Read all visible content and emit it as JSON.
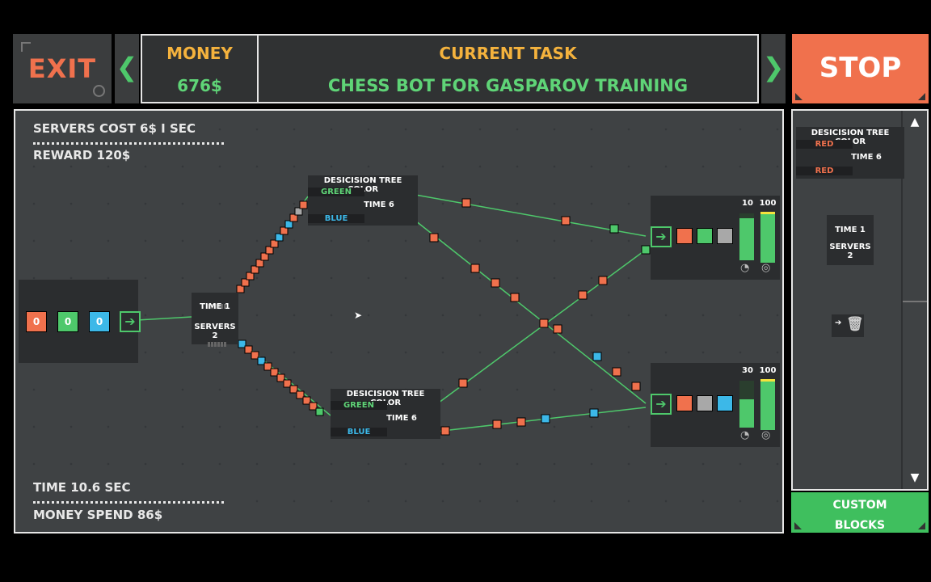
{
  "header": {
    "exit_label": "EXIT",
    "left_arrow": "❮",
    "right_arrow": "❯",
    "money_label": "MONEY",
    "money_value": "676$",
    "task_label": "CURRENT TASK",
    "task_value": "CHESS BOT FOR GASPAROV TRAINING",
    "stop_label": "STOP"
  },
  "stats": {
    "servers_cost": "SERVERS COST 6$ I SEC",
    "reward": "REWARD 120$",
    "time": "TIME 10.6 SEC",
    "money_spend": "MONEY SPEND 86$"
  },
  "source": {
    "counts": [
      "0",
      "0",
      "0"
    ]
  },
  "splitter": {
    "time": "TIME 1",
    "servers": "SERVERS 2"
  },
  "tree_top": {
    "title": "DESICISION TREE COLOR",
    "out1": "GREEN",
    "time": "TIME 6",
    "out2": "BLUE"
  },
  "tree_bottom": {
    "title": "DESICISION TREE COLOR",
    "out1": "GREEN",
    "time": "TIME 6",
    "out2": "BLUE"
  },
  "sink_top": {
    "count": "10",
    "target": "100",
    "fill": 0.9
  },
  "sink_bottom": {
    "count": "30",
    "target": "100",
    "fill": 0.6
  },
  "palette": {
    "tree_title": "DESICISION TREE COLOR",
    "tree_out1": "RED",
    "tree_time": "TIME 6",
    "tree_out2": "RED",
    "split_time": "TIME 1",
    "split_servers": "SERVERS 2"
  },
  "custom_blocks_label": "CUSTOM BLOCKS",
  "colors": {
    "red": "#f0714d",
    "green": "#4ec86b",
    "blue": "#3cb8e8",
    "gray": "#a8a8a8",
    "yellow": "#f4b23d"
  }
}
